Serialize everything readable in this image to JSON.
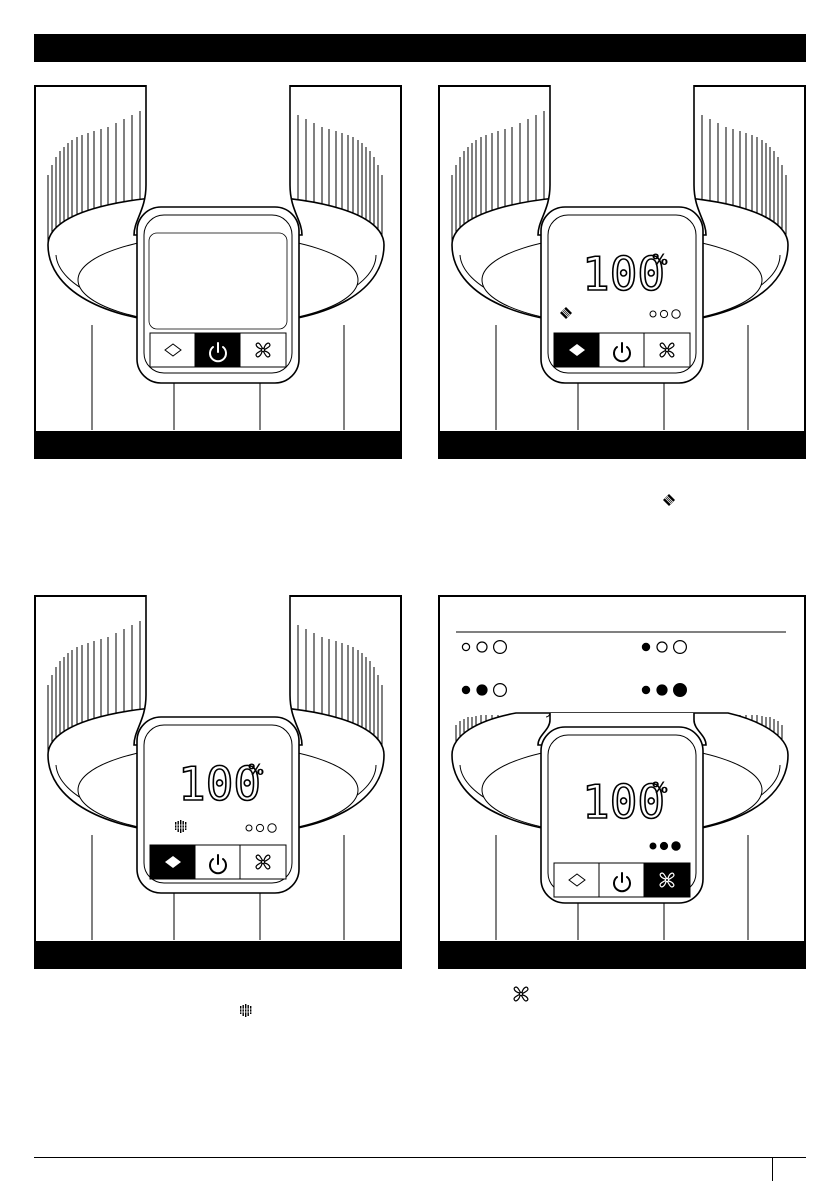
{
  "page": {
    "page_number": ""
  },
  "display": {
    "value": "100",
    "unit": "%"
  },
  "panels": [
    {
      "id": "standby",
      "mode_button_active": false,
      "power_button_active": true,
      "fan_button_active": false,
      "shows_display": false
    },
    {
      "id": "auto-mode",
      "mode_button_active": true,
      "power_button_active": false,
      "fan_button_active": false,
      "shows_display": true,
      "speed_level": 0,
      "mode_icon": "auto-mode-icon"
    },
    {
      "id": "sleep-mode",
      "mode_button_active": true,
      "power_button_active": false,
      "fan_button_active": false,
      "shows_display": true,
      "speed_level": 0,
      "mode_icon": "sleep-mode-icon"
    },
    {
      "id": "fan-speed",
      "mode_button_active": false,
      "power_button_active": false,
      "fan_button_active": true,
      "shows_display": true,
      "speed_level": 3
    }
  ],
  "speed_legend": [
    {
      "level": 0
    },
    {
      "level": 1
    },
    {
      "level": 2
    },
    {
      "level": 3
    }
  ],
  "icons": {
    "mode": "diamond-icon",
    "power": "power-icon",
    "fan": "fan-icon",
    "auto": "auto-mode-icon",
    "sleep": "sleep-mode-icon"
  },
  "colors": {
    "ink": "#000000",
    "paper": "#ffffff"
  }
}
